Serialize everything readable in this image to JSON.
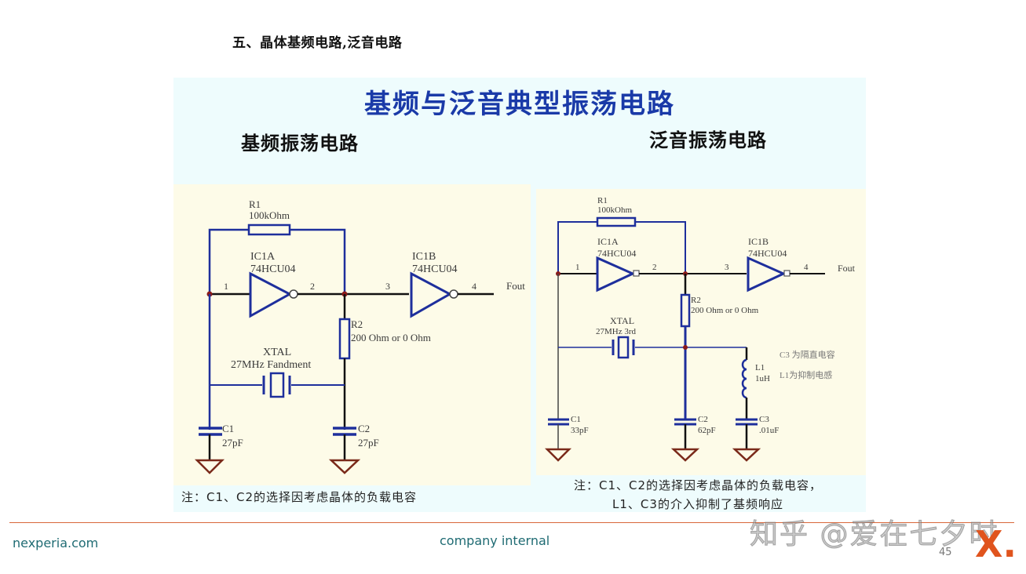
{
  "slide": {
    "title": "五、晶体基频电路,泛音电路"
  },
  "figure": {
    "title": "基频与泛音典型振荡电路",
    "left_heading": "基频振荡电路",
    "right_heading": "泛音振荡电路",
    "colors": {
      "wire_blue": "#1e2f9c",
      "wire_black": "#111111",
      "ground": "#7a2a1a",
      "node": "#8a1a1a",
      "title_blue": "#1a3aa8"
    },
    "left_circuit": {
      "r1_ref": "R1",
      "r1_value": "100kOhm",
      "ic1a_ref": "IC1A",
      "ic1a_part": "74HCU04",
      "ic1b_ref": "IC1B",
      "ic1b_part": "74HCU04",
      "pin1": "1",
      "pin2": "2",
      "pin3": "3",
      "pin4": "4",
      "output_label": "Fout",
      "r2_ref": "R2",
      "r2_value": "200 Ohm or 0 Ohm",
      "xtal_ref": "XTAL",
      "xtal_value": "27MHz Fandment",
      "c1_ref": "C1",
      "c1_value": "27pF",
      "c2_ref": "C2",
      "c2_value": "27pF",
      "note": "注：C1、C2的选择因考虑晶体的负载电容"
    },
    "right_circuit": {
      "r1_ref": "R1",
      "r1_value": "100kOhm",
      "ic1a_ref": "IC1A",
      "ic1a_part": "74HCU04",
      "ic1b_ref": "IC1B",
      "ic1b_part": "74HCU04",
      "pin1": "1",
      "pin2": "2",
      "pin3": "3",
      "pin4": "4",
      "output_label": "Fout",
      "r2_ref": "R2",
      "r2_value": "200 Ohm or 0 Ohm",
      "xtal_ref": "XTAL",
      "xtal_value": "27MHz 3rd",
      "l1_ref": "L1",
      "l1_value": "1uH",
      "c1_ref": "C1",
      "c1_value": "33pF",
      "c2_ref": "C2",
      "c2_value": "62pF",
      "c3_ref": "C3",
      "c3_value": ".01uF",
      "annotation_c3": "C3 为隔直电容",
      "annotation_l1": "L1为抑制电感",
      "note_line1": "注：C1、C2的选择因考虑晶体的负载电容，",
      "note_line2": "L1、C3的介入抑制了基频响应"
    }
  },
  "footer": {
    "website": "nexperia.com",
    "classification": "company internal",
    "page_number": "45",
    "logo_text": "X.",
    "watermark": "知乎 @爱在七夕时"
  }
}
